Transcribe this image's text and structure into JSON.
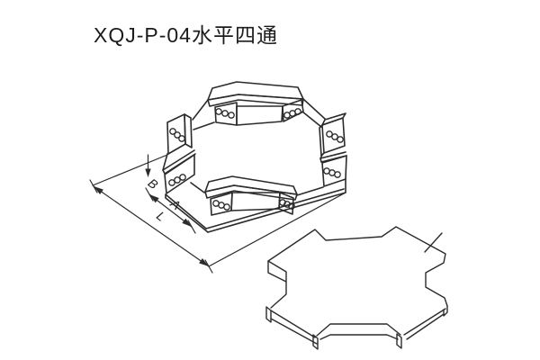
{
  "page": {
    "title": "XQJ-P-04水平四通"
  },
  "drawing": {
    "line_color": "#2b2b2b",
    "background_color": "#ffffff",
    "views": {
      "body_view": "four-way-tray-body-isometric",
      "cover_view": "four-way-cover-plate-isometric"
    },
    "dimensions": {
      "b": "B",
      "a": "A",
      "l": "L"
    }
  }
}
